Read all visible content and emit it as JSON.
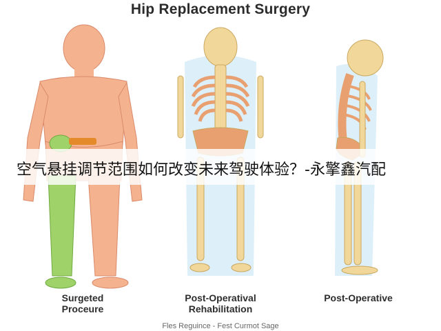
{
  "title": "Hip Replacement Surgery",
  "banner": "空气悬挂调节范围如何改变未来驾驶体验？-永擎鑫汽配",
  "figures": [
    {
      "caption_line1": "Surgeted",
      "caption_line2": "Proceure"
    },
    {
      "caption_line1": "Post-Operatival",
      "caption_line2": "Rehabilitation"
    },
    {
      "caption_line1": "Post-Operative",
      "caption_line2": ""
    }
  ],
  "footer": "Fles Reguince - Fest Curmot Sage",
  "colors": {
    "skin": "#f4b38e",
    "skin_outline": "#d9896a",
    "leg_highlight": "#9fd36a",
    "hip_highlight": "#e58a2a",
    "bone": "#f2d79a",
    "bone_outline": "#c9a75f",
    "ribs": "#e8a070",
    "body_glow": "#cfe8f6"
  }
}
